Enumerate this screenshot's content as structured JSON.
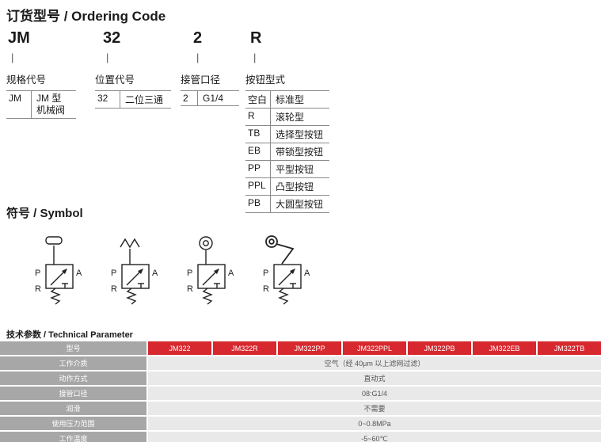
{
  "titles": {
    "ordering": "订货型号 / Ordering Code",
    "symbol": "符号 / Symbol",
    "tech": "技术参数 / Technical Parameter"
  },
  "ordering": {
    "pipe": "|",
    "columns": [
      {
        "code": "JM",
        "label": "规格代号",
        "rows": [
          {
            "c": "JM",
            "d1": "JM 型",
            "d2": "机械阀"
          }
        ]
      },
      {
        "code": "32",
        "label": "位置代号",
        "rows": [
          {
            "c": "32",
            "d": "二位三通"
          }
        ]
      },
      {
        "code": "2",
        "label": "接管口径",
        "rows": [
          {
            "c": "2",
            "d": "G1/4"
          }
        ]
      },
      {
        "code": "R",
        "label": "按钮型式",
        "rows": [
          {
            "c": "空白",
            "d": "标准型"
          },
          {
            "c": "R",
            "d": "滚轮型"
          },
          {
            "c": "TB",
            "d": "选择型按钮"
          },
          {
            "c": "EB",
            "d": "带锁型按钮"
          },
          {
            "c": "PP",
            "d": "平型按钮"
          },
          {
            "c": "PPL",
            "d": "凸型按钮"
          },
          {
            "c": "PB",
            "d": "大圆型按钮"
          }
        ]
      }
    ]
  },
  "symbols": {
    "ports": {
      "p": "P",
      "a": "A",
      "r": "R"
    },
    "items": [
      "plunger",
      "spring-button",
      "roller",
      "roller-lever"
    ]
  },
  "tech": {
    "header_label": "型号",
    "models": [
      "JM322",
      "JM322R",
      "JM322PP",
      "JM322PPL",
      "JM322PB",
      "JM322EB",
      "JM322TB"
    ],
    "rows": [
      {
        "label": "工作介质",
        "value": "空气（经 40μm 以上滤网过滤）"
      },
      {
        "label": "动作方式",
        "value": "直动式"
      },
      {
        "label": "接管口径",
        "value": "08:G1/4"
      },
      {
        "label": "润滑",
        "value": "不需要"
      },
      {
        "label": "使用压力范围",
        "value": "0~0.8MPa"
      },
      {
        "label": "工作温度",
        "value": "-5~60℃"
      }
    ]
  },
  "colors": {
    "header_red": "#d7282f",
    "label_gray": "#a7a7a7",
    "row_bg": "#e9e9e9",
    "line": "#8a8a8a"
  }
}
